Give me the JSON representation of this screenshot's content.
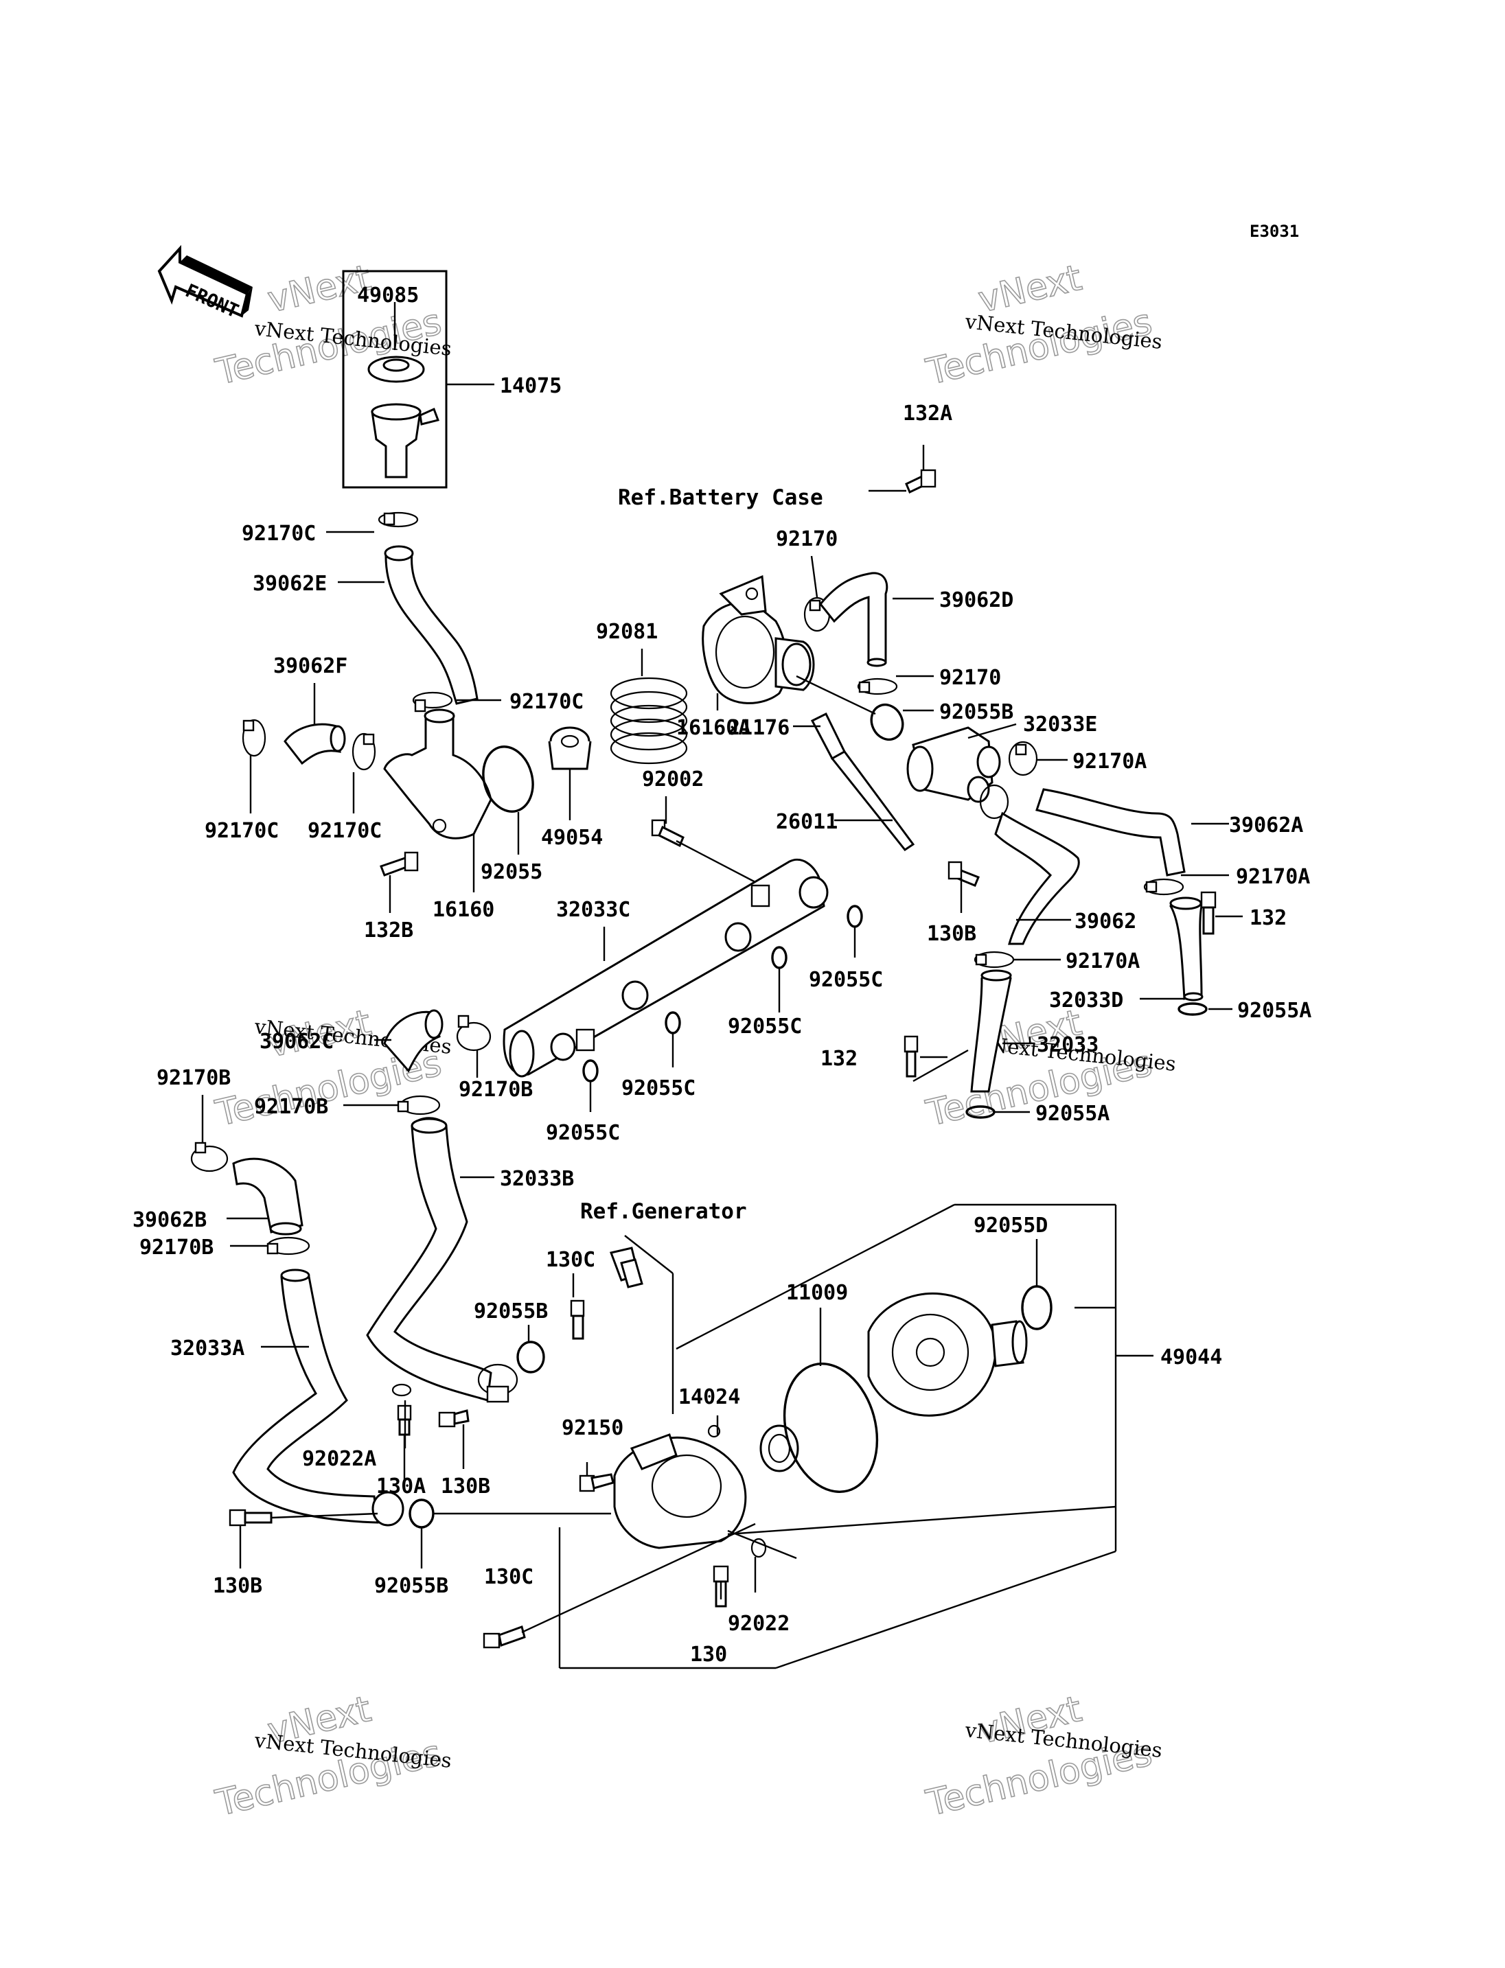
{
  "diagram_code": "E3031",
  "front_arrow_label": "FRONT",
  "watermark": {
    "line_small": "vNext Technologies",
    "line_big_1": "vNext",
    "line_big_2": "Technologies"
  },
  "references": {
    "battery_case": "Ref.Battery Case",
    "generator": "Ref.Generator"
  },
  "labels": {
    "p49085": "49085",
    "p14075": "14075",
    "p92170C_a": "92170C",
    "p39062E": "39062E",
    "p39062F": "39062F",
    "p92170C_b": "92170C",
    "p92170C_c": "92170C",
    "p92170C_d": "92170C",
    "p132B": "132B",
    "p16160": "16160",
    "p92055": "92055",
    "p49054": "49054",
    "p92081": "92081",
    "p16160A": "16160A",
    "p21176": "21176",
    "p92002": "92002",
    "p26011": "26011",
    "p32033C": "32033C",
    "p132A": "132A",
    "p92170_a": "92170",
    "p39062D": "39062D",
    "p92170_b": "92170",
    "p92055B_a": "92055B",
    "p32033E": "32033E",
    "p92170A_a": "92170A",
    "p39062A": "39062A",
    "p92170A_b": "92170A",
    "p132_a": "132",
    "p39062": "39062",
    "p130B_a": "130B",
    "p92170A_c": "92170A",
    "p32033D": "32033D",
    "p92055A_a": "92055A",
    "p32033": "32033",
    "p132_b": "132",
    "p92055A_b": "92055A",
    "p92055C_a": "92055C",
    "p92055C_b": "92055C",
    "p92055C_c": "92055C",
    "p92055C_d": "92055C",
    "p39062C": "39062C",
    "p92170B_a": "92170B",
    "p92170B_b": "92170B",
    "p92170B_c": "92170B",
    "p39062B": "39062B",
    "p92170B_d": "92170B",
    "p32033B": "32033B",
    "p32033A": "32033A",
    "p92055B_b": "92055B",
    "p130C_a": "130C",
    "p92022A": "92022A",
    "p130A": "130A",
    "p130B_b": "130B",
    "p130B_c": "130B",
    "p92055B_c": "92055B",
    "p92150": "92150",
    "p14024": "14024",
    "p11009": "11009",
    "p92055D": "92055D",
    "p49044": "49044",
    "p130C_b": "130C",
    "p92022": "92022",
    "p130": "130"
  }
}
